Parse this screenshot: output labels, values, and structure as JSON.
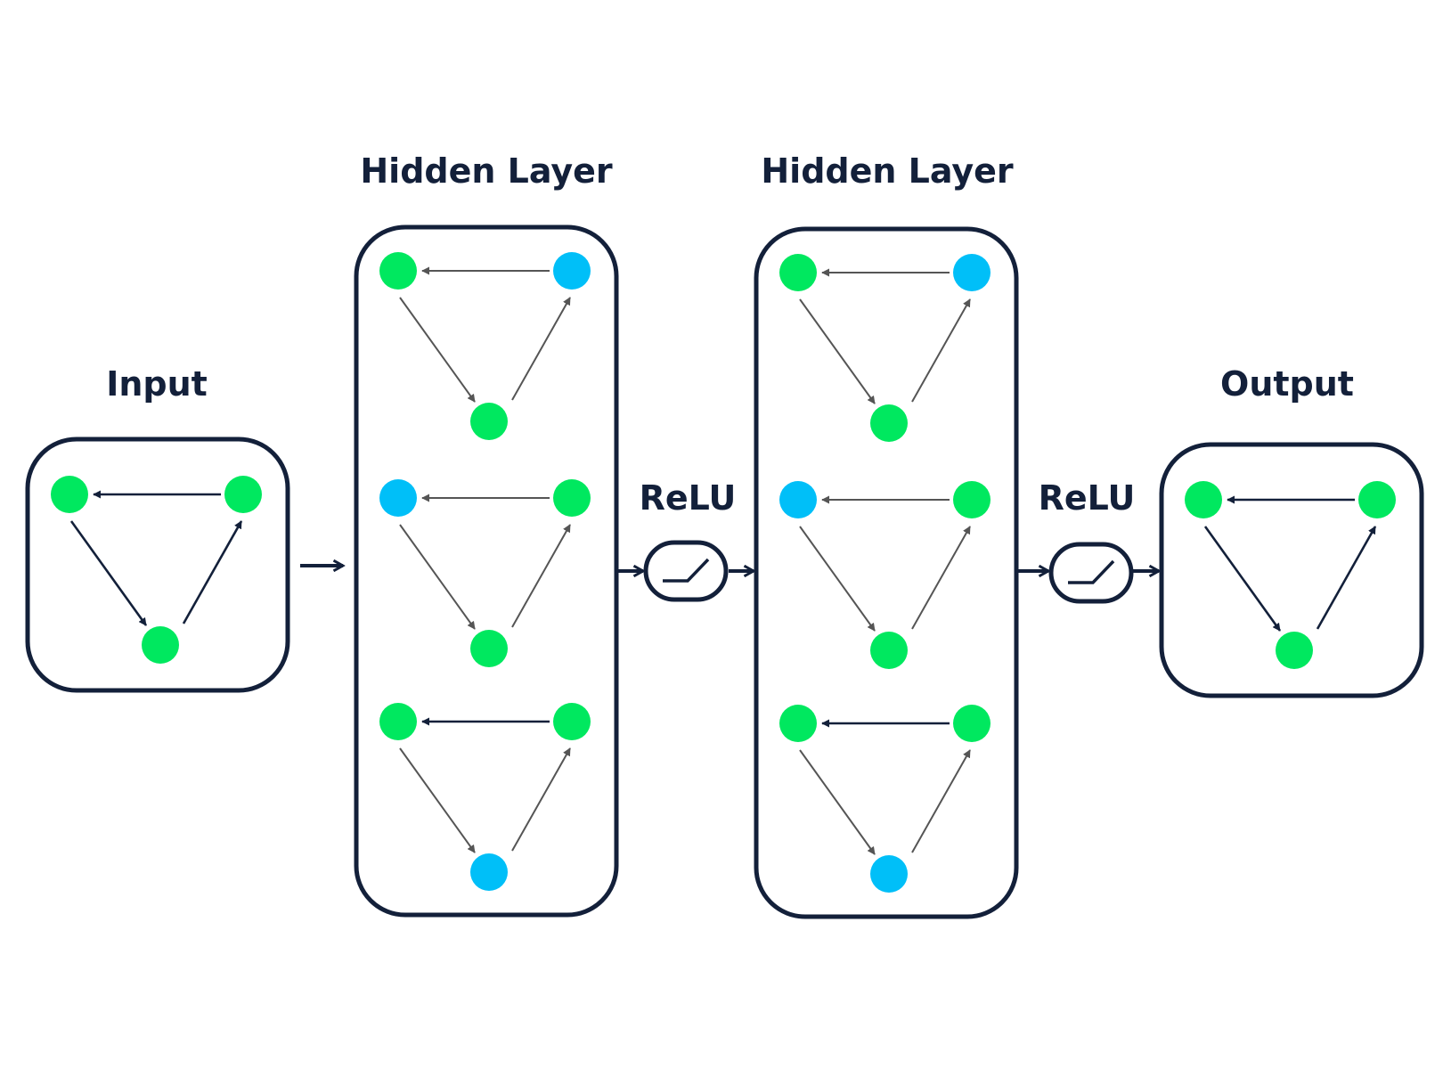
{
  "labels": {
    "input": "Input",
    "hidden_1": "Hidden Layer",
    "hidden_2": "Hidden Layer",
    "relu_1": "ReLU",
    "relu_2": "ReLU",
    "output": "Output"
  },
  "colors": {
    "background": "#ffffff",
    "outline": "#13203a",
    "node_green": "#00e85f",
    "node_blue": "#00bff8",
    "arrow_dark": "#13203a",
    "arrow_gray": "#555555"
  },
  "stages": [
    {
      "name": "input",
      "graphs": [
        [
          "green",
          "green",
          "green"
        ]
      ]
    },
    {
      "name": "hidden-layer-1",
      "graphs": [
        [
          "green",
          "blue",
          "green"
        ],
        [
          "blue",
          "green",
          "green"
        ],
        [
          "green",
          "green",
          "blue"
        ]
      ]
    },
    {
      "name": "relu-1",
      "icon": "relu-activation-icon"
    },
    {
      "name": "hidden-layer-2",
      "graphs": [
        [
          "green",
          "blue",
          "green"
        ],
        [
          "blue",
          "green",
          "green"
        ],
        [
          "green",
          "green",
          "blue"
        ]
      ]
    },
    {
      "name": "relu-2",
      "icon": "relu-activation-icon"
    },
    {
      "name": "output",
      "graphs": [
        [
          "green",
          "green",
          "green"
        ]
      ]
    }
  ]
}
